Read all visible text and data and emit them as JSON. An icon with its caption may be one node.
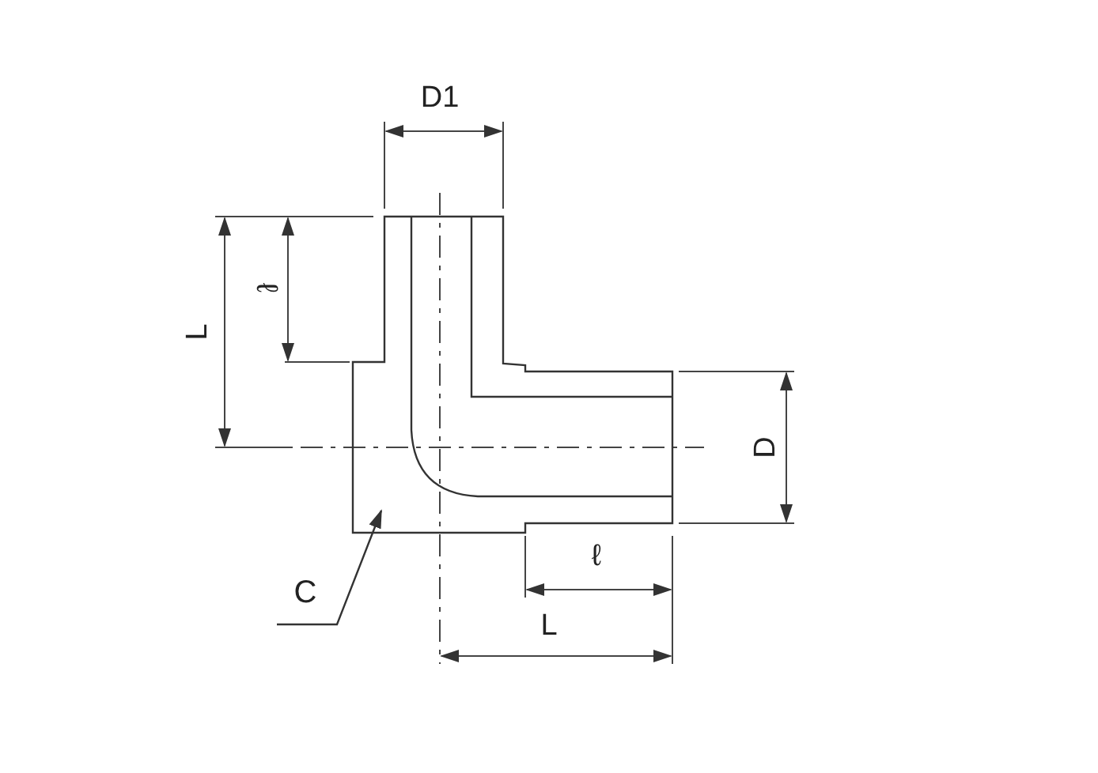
{
  "diagram": {
    "nodes": [
      {
        "text": [
          "C"
        ]
      },
      {
        "text": [],
        "shape": "picture"
      }
    ],
    "edges": [
      {
        "from": 0,
        "to": 1,
        "arrow": "to"
      }
    ],
    "labels": [
      "D1",
      "L",
      "ℓ",
      "D",
      "ℓ",
      "L"
    ]
  }
}
